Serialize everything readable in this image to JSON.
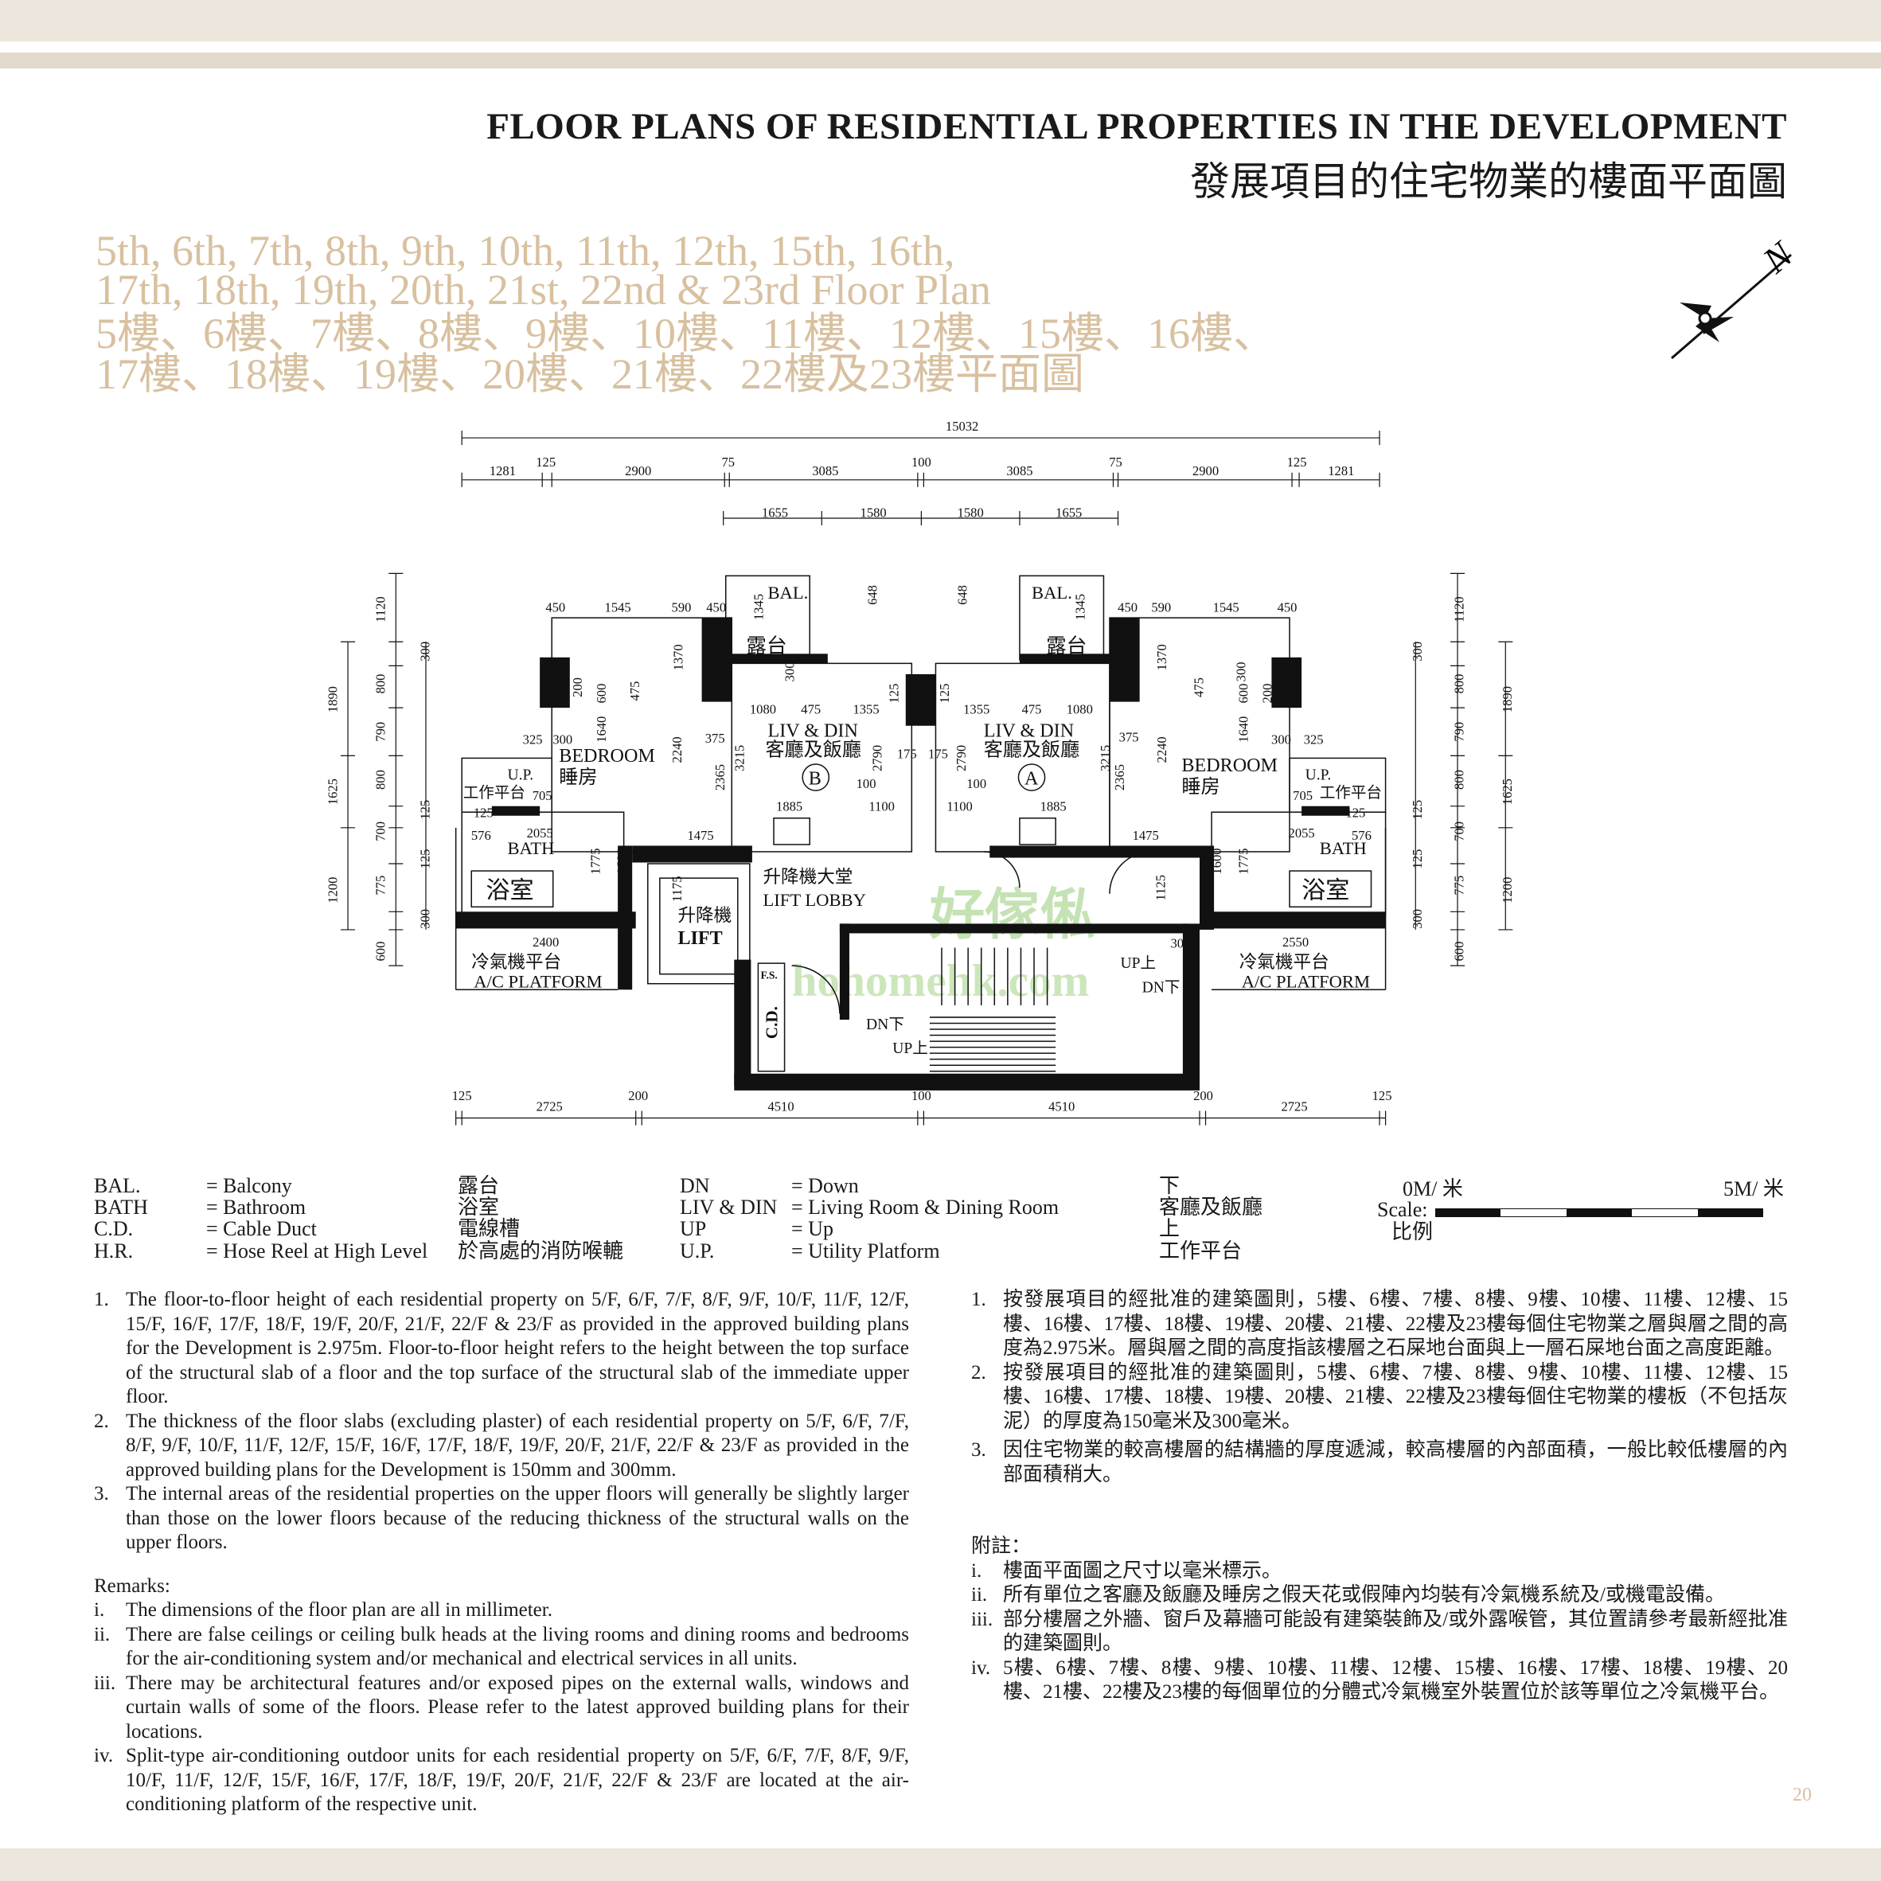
{
  "header": {
    "title_en": "FLOOR PLANS OF RESIDENTIAL PROPERTIES IN THE DEVELOPMENT",
    "title_zh": "發展項目的住宅物業的樓面平面圖"
  },
  "floor_heading": {
    "en_line1": "5th, 6th, 7th, 8th, 9th, 10th, 11th, 12th, 15th, 16th,",
    "en_line2": "17th, 18th, 19th, 20th, 21st, 22nd & 23rd Floor Plan",
    "zh_line1": "5樓、6樓、7樓、8樓、9樓、10樓、11樓、12樓、15樓、16樓、",
    "zh_line2": "17樓、18樓、19樓、20樓、21樓、22樓及23樓平面圖"
  },
  "compass": {
    "label": "N"
  },
  "plan": {
    "dims_total": "15032",
    "dims_row2": [
      "1281",
      "125",
      "2900",
      "75",
      "3085",
      "100",
      "3085",
      "75",
      "2900",
      "125",
      "1281"
    ],
    "dims_row3": [
      "1655",
      "1580",
      "1580",
      "1655"
    ],
    "dims_bottom": [
      "125",
      "2725",
      "200",
      "4510",
      "100",
      "4510",
      "200",
      "2725",
      "125"
    ],
    "dims_left_outer": [
      "1890",
      "1625",
      "1200"
    ],
    "dims_left_inner": [
      "1120",
      "800",
      "790",
      "800",
      "700",
      "775",
      "600"
    ],
    "dims_left_near": [
      "300",
      "125",
      "125",
      "300"
    ],
    "dims_right_outer": [
      "1890",
      "1625",
      "1200"
    ],
    "dims_right_inner": [
      "1120",
      "800",
      "790",
      "800",
      "700",
      "775",
      "600"
    ],
    "dims_right_near": [
      "300",
      "125",
      "125",
      "300"
    ],
    "dims_interior": [
      "450",
      "1545",
      "590",
      "450",
      "1345",
      "648",
      "648",
      "1345",
      "450",
      "590",
      "1545",
      "450",
      "1370",
      "300",
      "200",
      "600",
      "475",
      "1640",
      "2240",
      "375",
      "3215",
      "2365",
      "1080",
      "475",
      "1355",
      "125",
      "125",
      "1355",
      "475",
      "1080",
      "2790",
      "175",
      "175",
      "2790",
      "100",
      "100",
      "1885",
      "1885",
      "1100",
      "1100",
      "3215",
      "2365",
      "375",
      "2240",
      "1370",
      "300",
      "600",
      "200",
      "1640",
      "475",
      "325",
      "300",
      "300",
      "325",
      "705",
      "705",
      "125",
      "125",
      "576",
      "2055",
      "2055",
      "576",
      "1475",
      "1475",
      "1775",
      "1600",
      "1775",
      "1600",
      "1175",
      "1125",
      "300",
      "2400",
      "2550"
    ],
    "unit_b": {
      "bal": "BAL.",
      "bal_zh": "露台",
      "liv_en": "LIV & DIN",
      "liv_zh": "客廳及飯廳",
      "unit": "B",
      "bed_en": "BEDROOM",
      "bed_zh": "睡房",
      "up": "U.P.",
      "up_zh": "工作平台",
      "bath_en": "BATH",
      "bath_zh": "浴室",
      "ac_zh": "冷氣機平台",
      "ac_en": "A/C PLATFORM"
    },
    "unit_a": {
      "bal": "BAL.",
      "bal_zh": "露台",
      "liv_en": "LIV & DIN",
      "liv_zh": "客廳及飯廳",
      "unit": "A",
      "bed_en": "BEDROOM",
      "bed_zh": "睡房",
      "up": "U.P.",
      "up_zh": "工作平台",
      "bath_en": "BATH",
      "bath_zh": "浴室",
      "ac_zh": "冷氣機平台",
      "ac_en": "A/C PLATFORM"
    },
    "core": {
      "lift_zh": "升降機",
      "lift_en": "LIFT",
      "lobby_zh": "升降機大堂",
      "lobby_en": "LIFT LOBBY",
      "cd": "C.D.",
      "fs": "F.S.",
      "dn1": "DN下",
      "up1": "UP上",
      "up2": "UP上",
      "dn2": "DN下"
    },
    "watermark_zh": "好傢俬",
    "watermark_en": "hohomehk.com"
  },
  "legend": {
    "rows_left": [
      {
        "abbr": "BAL.",
        "en": "= Balcony",
        "zh": "露台"
      },
      {
        "abbr": "BATH",
        "en": "= Bathroom",
        "zh": "浴室"
      },
      {
        "abbr": "C.D.",
        "en": "= Cable Duct",
        "zh": "電線槽"
      },
      {
        "abbr": "H.R.",
        "en": "= Hose Reel at High Level",
        "zh": "於高處的消防喉轆"
      }
    ],
    "rows_right": [
      {
        "abbr": "DN",
        "en": "= Down",
        "zh": "下"
      },
      {
        "abbr": "LIV & DIN",
        "en": "= Living Room & Dining Room",
        "zh": "客廳及飯廳"
      },
      {
        "abbr": "UP",
        "en": "= Up",
        "zh": "上"
      },
      {
        "abbr": "U.P.",
        "en": "= Utility Platform",
        "zh": "工作平台"
      }
    ],
    "scale": {
      "start": "0M/ 米",
      "end": "5M/ 米",
      "label_en": "Scale:",
      "label_zh": "比例"
    }
  },
  "notes_en": [
    {
      "num": "1.",
      "text": "The floor-to-floor height of each residential property on 5/F, 6/F, 7/F, 8/F, 9/F, 10/F, 11/F, 12/F, 15/F, 16/F, 17/F, 18/F, 19/F, 20/F, 21/F, 22/F & 23/F as provided in the approved building plans for the Development is 2.975m. Floor-to-floor height refers to the height between the top surface of the structural slab of a floor and the top surface of the structural slab of the immediate upper floor."
    },
    {
      "num": "2.",
      "text": "The thickness of the floor slabs (excluding plaster) of each residential property on 5/F, 6/F, 7/F, 8/F, 9/F, 10/F, 11/F, 12/F, 15/F, 16/F, 17/F, 18/F, 19/F, 20/F, 21/F, 22/F & 23/F as provided in the approved building plans for the Development is 150mm and 300mm."
    },
    {
      "num": "3.",
      "text": "The internal areas of the residential properties on the upper floors will generally be slightly larger than those on the lower floors because of the reducing thickness of the structural walls on the upper floors."
    }
  ],
  "remarks_en": {
    "title": "Remarks:",
    "items": [
      {
        "num": "i.",
        "text": "The dimensions of the floor plan are all in millimeter."
      },
      {
        "num": "ii.",
        "text": "There are false ceilings or ceiling bulk heads at the living rooms and dining rooms and bedrooms for the air-conditioning system and/or mechanical and electrical services in all units."
      },
      {
        "num": "iii.",
        "text": "There may be architectural features and/or exposed pipes on the external walls, windows and curtain walls of some of the floors. Please refer to the latest approved building plans for their locations."
      },
      {
        "num": "iv.",
        "text": "Split-type air-conditioning outdoor units for each residential property on 5/F, 6/F, 7/F, 8/F, 9/F, 10/F, 11/F, 12/F, 15/F, 16/F, 17/F, 18/F, 19/F, 20/F, 21/F, 22/F & 23/F are located at the air-conditioning platform of the respective unit."
      }
    ]
  },
  "notes_zh": [
    {
      "num": "1.",
      "text": "按發展項目的經批准的建築圖則，5樓、6樓、7樓、8樓、9樓、10樓、11樓、12樓、15樓、16樓、17樓、18樓、19樓、20樓、21樓、22樓及23樓每個住宅物業之層與層之間的高度為2.975米。層與層之間的高度指該樓層之石屎地台面與上一層石屎地台面之高度距離。"
    },
    {
      "num": "2.",
      "text": "按發展項目的經批准的建築圖則，5樓、6樓、7樓、8樓、9樓、10樓、11樓、12樓、15樓、16樓、17樓、18樓、19樓、20樓、21樓、22樓及23樓每個住宅物業的樓板（不包括灰泥）的厚度為150毫米及300毫米。"
    },
    {
      "num": "3.",
      "text": "因住宅物業的較高樓層的結構牆的厚度遞減，較高樓層的內部面積，一般比較低樓層的內部面積稍大。"
    }
  ],
  "remarks_zh": {
    "title": "附註：",
    "items": [
      {
        "num": "i.",
        "text": "樓面平面圖之尺寸以毫米標示。"
      },
      {
        "num": "ii.",
        "text": "所有單位之客廳及飯廳及睡房之假天花或假陣內均裝有冷氣機系統及/或機電設備。"
      },
      {
        "num": "iii.",
        "text": "部分樓層之外牆、窗戶及幕牆可能設有建築裝飾及/或外露喉管，其位置請參考最新經批准的建築圖則。"
      },
      {
        "num": "iv.",
        "text": "5樓、6樓、7樓、8樓、9樓、10樓、11樓、12樓、15樓、16樓、17樓、18樓、19樓、20樓、21樓、22樓及23樓的每個單位的分體式冷氣機室外裝置位於該等單位之冷氣機平台。"
      }
    ]
  },
  "page_number": "20",
  "colors": {
    "gold": "#d8c1a0",
    "band": "#ece6dc",
    "ink": "#1a1a1a",
    "watermark": "#7fbf5a"
  }
}
